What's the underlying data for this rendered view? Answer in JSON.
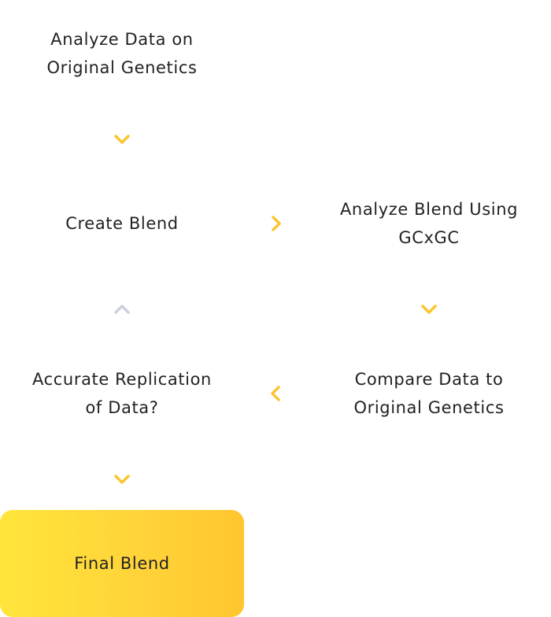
{
  "nodes": {
    "analyze_original": [
      "Analyze Data on",
      "Original Genetics"
    ],
    "create_blend": [
      "Create Blend"
    ],
    "analyze_blend": [
      "Analyze Blend Using",
      "GCxGC"
    ],
    "accurate_replication": [
      "Accurate Replication",
      "of Data?"
    ],
    "compare_data": [
      "Compare Data to",
      "Original Genetics"
    ],
    "final_blend": "Final Blend"
  },
  "arrows": [
    {
      "id": "analyze-to-create",
      "direction": "down",
      "color": "#fbc531"
    },
    {
      "id": "create-to-analyze-blend",
      "direction": "right",
      "color": "#fbc531"
    },
    {
      "id": "accurate-to-create",
      "direction": "up",
      "color": "#c9d1db"
    },
    {
      "id": "analyze-blend-to-compare",
      "direction": "down",
      "color": "#fbc531"
    },
    {
      "id": "compare-to-accurate",
      "direction": "left",
      "color": "#fbc531"
    },
    {
      "id": "accurate-to-final",
      "direction": "down",
      "color": "#fbc531"
    }
  ],
  "colors": {
    "accent": "#fbc531",
    "muted_arrow": "#c9d1db",
    "final_gradient_start": "#ffe53b",
    "final_gradient_end": "#ffc62e"
  }
}
